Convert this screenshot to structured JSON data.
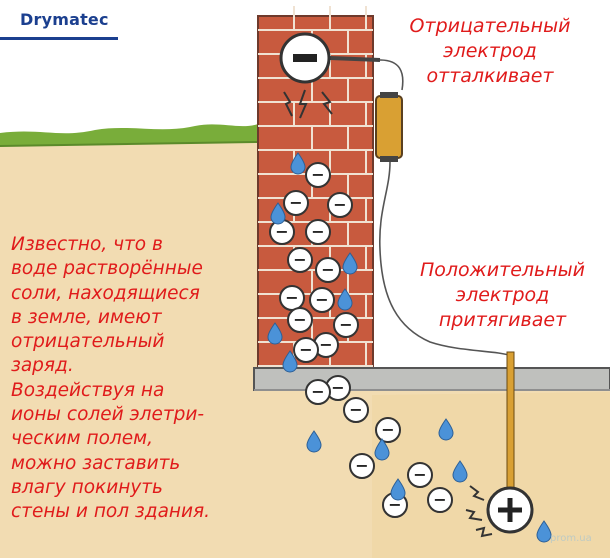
{
  "brand": {
    "logo_text": "Drymatec"
  },
  "labels": {
    "negative_electrode": "Отрицательный\nэлектрод\nотталкивает",
    "positive_electrode": "Положительный\nэлектрод\nпритягивает"
  },
  "description": "Известно, что в\nводе растворённые\nсоли, находящиеся\nв земле, имеют\nотрицательный\nзаряд.\nВоздействуя на\nионы солей элетри-\nческим полем,\nможно заставить\nвлагу покинуть\nстены и пол здания.",
  "symbols": {
    "negative": "−",
    "positive": "+"
  },
  "watermark": "prom.ua",
  "colors": {
    "text_red": "#e01b1b",
    "brand_blue": "#1b3f8f",
    "brick": "#c85a3e",
    "soil": "#f2dcb2",
    "grass": "#79ad3a",
    "droplet": "#4b92d8",
    "device": "#d9a033"
  }
}
